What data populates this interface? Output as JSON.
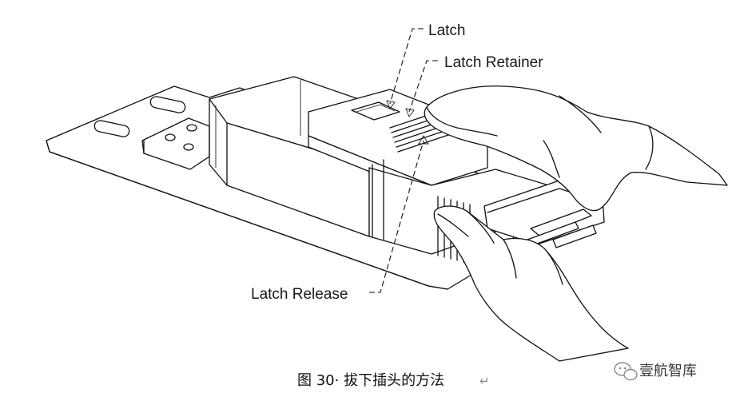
{
  "callouts": {
    "latch": "Latch",
    "latch_retainer": "Latch Retainer",
    "latch_release": "Latch Release"
  },
  "caption": {
    "text": "图 30· 拔下插头的方法",
    "return_mark": "↵"
  },
  "watermark": {
    "text": "壹航智库",
    "icon": "wechat-icon"
  }
}
